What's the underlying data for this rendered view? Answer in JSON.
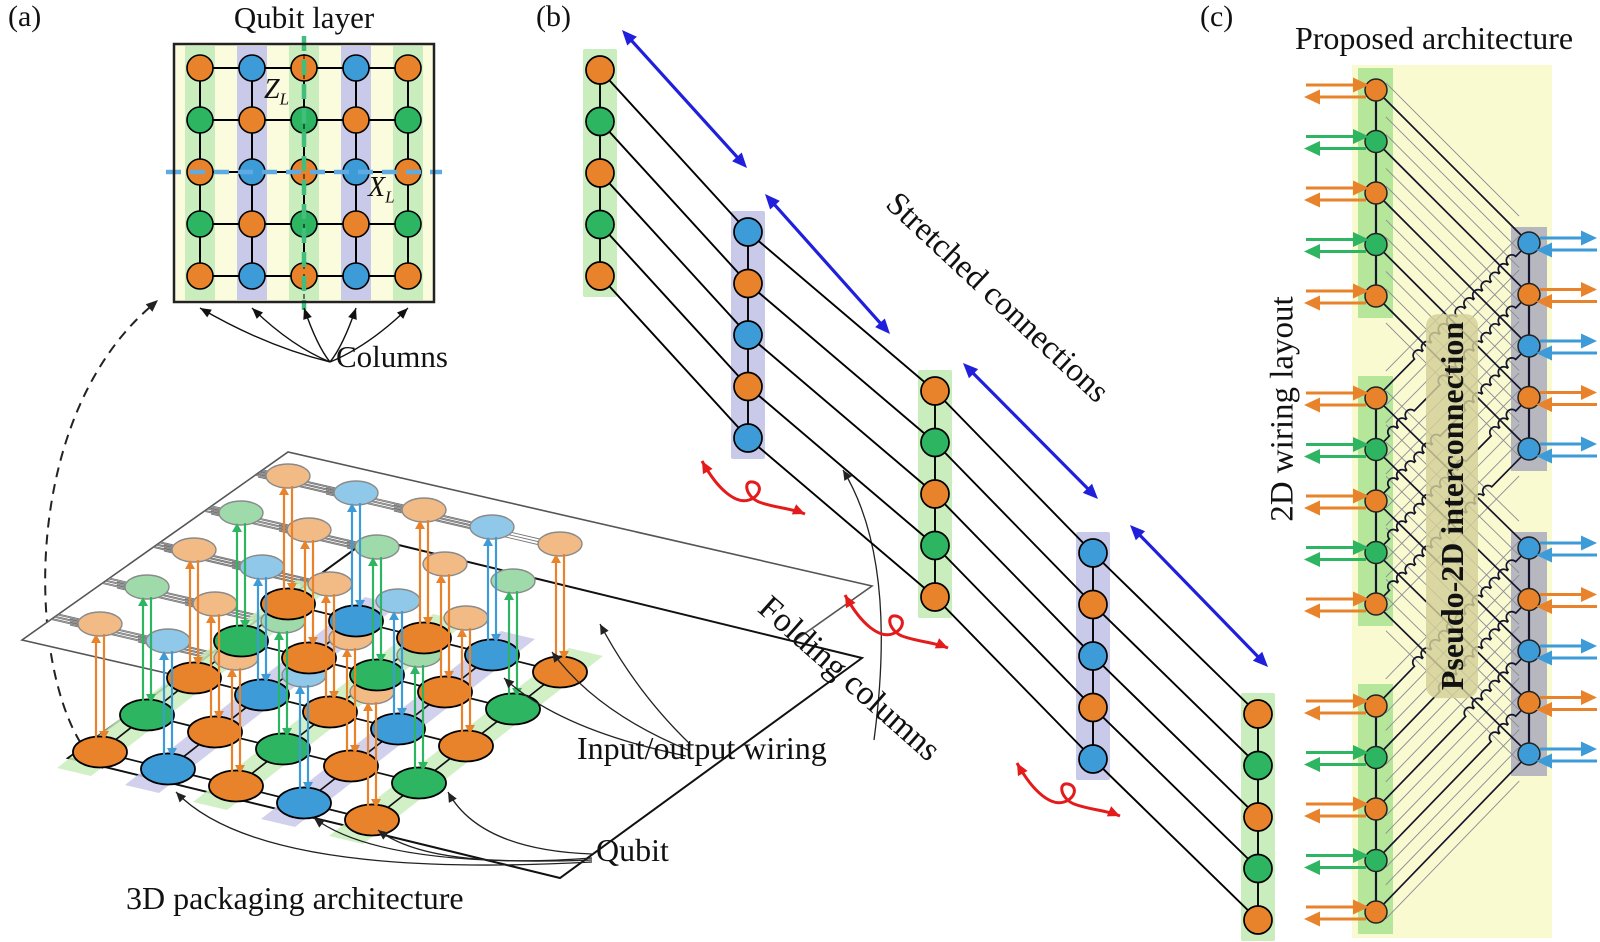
{
  "colors": {
    "orange": "#E8832B",
    "green": "#2EB562",
    "blue": "#3D9BD7",
    "light_orange": "#F2BA85",
    "light_green": "#9FDBAA",
    "light_blue": "#90C8EA",
    "band_green": "#C9EDBC",
    "band_purple": "#C9C9EA",
    "panel_bg_yellow": "#FBFBDE",
    "panel_c_yellow": "#FAFAD1",
    "panel_c_green": "#AEE394",
    "panel_c_gray": "#AFAFBD",
    "label_khaki": "#D5D198",
    "arrow_blue": "#1F1FDC",
    "arrow_red": "#E41B1B",
    "dash_blue": "#5FABE1",
    "dash_green": "#41BE7E",
    "wire_black": "#111111",
    "wire_gray": "#8B8B96",
    "line_dark": "#15152E"
  },
  "panels": {
    "a": {
      "label": "(a)",
      "qubit_layer": {
        "title": "Qubit layer",
        "band_pattern": [
          "green",
          "purple",
          "green",
          "purple",
          "green"
        ],
        "rows": [
          [
            "orange",
            "blue",
            "orange",
            "blue",
            "orange"
          ],
          [
            "green",
            "orange",
            "green",
            "orange",
            "green"
          ],
          [
            "orange",
            "blue",
            "orange",
            "blue",
            "orange"
          ],
          [
            "green",
            "orange",
            "green",
            "orange",
            "green"
          ],
          [
            "orange",
            "blue",
            "orange",
            "blue",
            "orange"
          ]
        ],
        "z_label": {
          "letter": "Z",
          "sub": "L"
        },
        "x_label": {
          "letter": "X",
          "sub": "L"
        },
        "columns_label": "Columns"
      },
      "packaging": {
        "title": "3D packaging architecture",
        "io_label": "Input/output wiring",
        "qubit_label": "Qubit",
        "band_pattern": [
          "green",
          "purple",
          "green",
          "purple",
          "green"
        ],
        "columns": [
          [
            "orange",
            "green",
            "orange",
            "green",
            "orange"
          ],
          [
            "blue",
            "orange",
            "blue",
            "orange",
            "blue"
          ],
          [
            "orange",
            "green",
            "orange",
            "green",
            "orange"
          ],
          [
            "blue",
            "orange",
            "blue",
            "orange",
            "blue"
          ],
          [
            "orange",
            "green",
            "orange",
            "green",
            "orange"
          ]
        ]
      }
    },
    "b": {
      "label": "(b)",
      "stretched_label": "Stretched connections",
      "folding_label": "Folding columns",
      "columns": [
        {
          "highlight": "green",
          "dots": [
            "orange",
            "green",
            "orange",
            "green",
            "orange"
          ]
        },
        {
          "highlight": "purple",
          "dots": [
            "blue",
            "orange",
            "blue",
            "orange",
            "blue"
          ]
        },
        {
          "highlight": "green",
          "dots": [
            "orange",
            "green",
            "orange",
            "green",
            "orange"
          ]
        },
        {
          "highlight": "purple",
          "dots": [
            "blue",
            "orange",
            "blue",
            "orange",
            "blue"
          ]
        },
        {
          "highlight": "green",
          "dots": [
            "orange",
            "green",
            "orange",
            "green",
            "orange"
          ]
        }
      ]
    },
    "c": {
      "label": "(c)",
      "title": "Proposed architecture",
      "wiring_label": "2D wiring layout",
      "interconnect_label": "Pseudo-2D interconnection",
      "left_columns": [
        {
          "dots": [
            "orange",
            "green",
            "orange",
            "green",
            "orange"
          ]
        },
        {
          "dots": [
            "orange",
            "green",
            "orange",
            "green",
            "orange"
          ]
        },
        {
          "dots": [
            "orange",
            "green",
            "orange",
            "green",
            "orange"
          ]
        }
      ],
      "right_columns": [
        {
          "dots": [
            "blue",
            "orange",
            "blue",
            "orange",
            "blue"
          ]
        },
        {
          "dots": [
            "blue",
            "orange",
            "blue",
            "orange",
            "blue"
          ]
        }
      ]
    }
  }
}
